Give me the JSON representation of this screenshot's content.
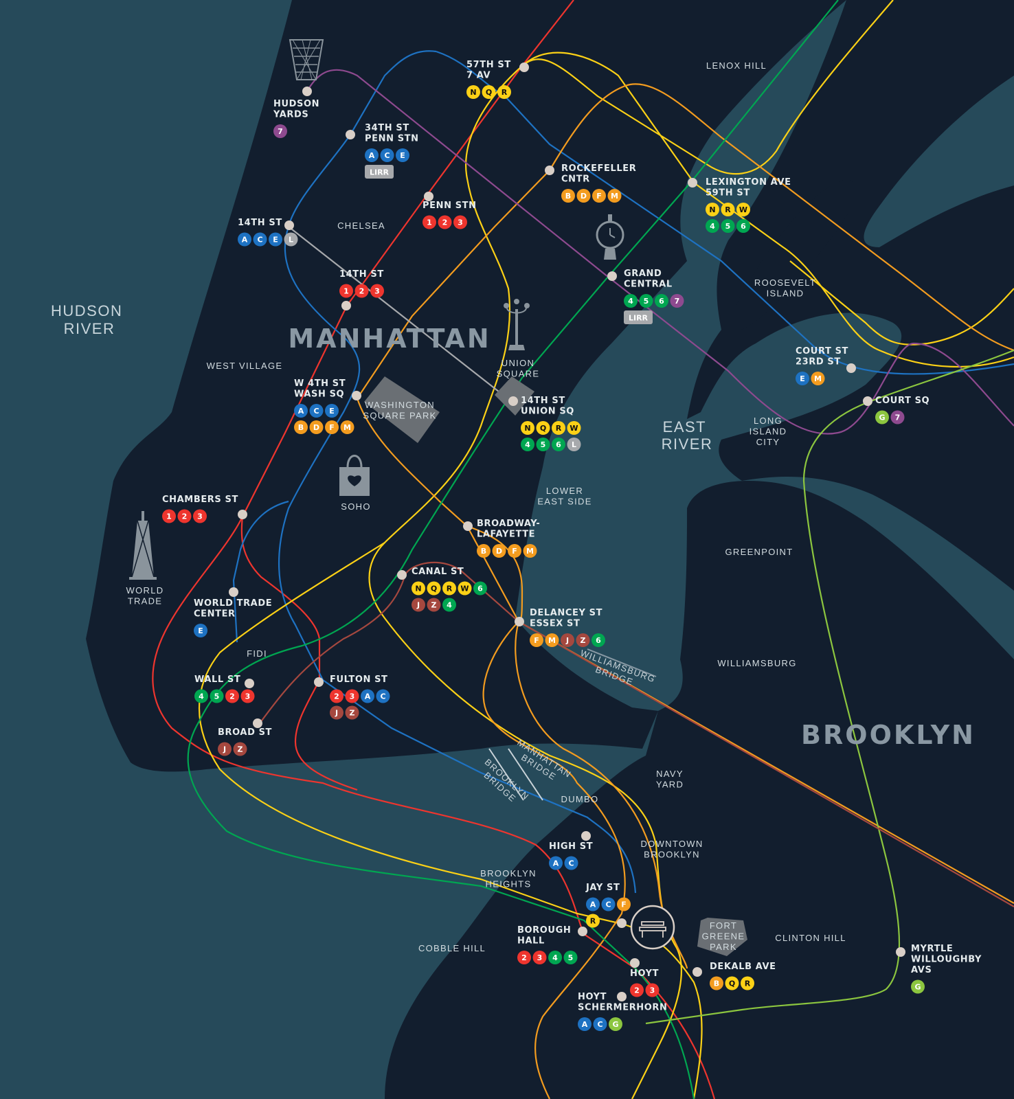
{
  "colors": {
    "water": "#264a5a",
    "land": "#121e2e",
    "red": "#ee352e",
    "blue": "#1e72c2",
    "orange": "#f39c1f",
    "yellow": "#fcd116",
    "green": "#00a651",
    "purple": "#8e4a8f",
    "lime": "#8cc63f",
    "gray": "#a7a9ac",
    "brown": "#a5483f",
    "station": "#d9cfc7"
  },
  "labels": {
    "water": {
      "hudson": [
        "HUDSON",
        "RIVER"
      ],
      "east": [
        "EAST",
        "RIVER"
      ]
    },
    "boroughs": {
      "manhattan": "MANHATTAN",
      "brooklyn": "BROOKLYN"
    },
    "neighborhoods": {
      "lenox_hill": [
        "LENOX HILL"
      ],
      "chelsea": [
        "CHELSEA"
      ],
      "west_village": [
        "WEST VILLAGE"
      ],
      "soho": [
        "SOHO"
      ],
      "fidi": [
        "FIDI"
      ],
      "lower_east_side": [
        "LOWER",
        "EAST SIDE"
      ],
      "roosevelt_island": [
        "ROOSEVELT",
        "ISLAND"
      ],
      "long_island_city": [
        "LONG",
        "ISLAND",
        "CITY"
      ],
      "greenpoint": [
        "GREENPOINT"
      ],
      "williamsburg": [
        "WILLIAMSBURG"
      ],
      "navy_yard": [
        "NAVY",
        "YARD"
      ],
      "dumbo": [
        "DUMBO"
      ],
      "downtown_brooklyn": [
        "DOWNTOWN",
        "BROOKLYN"
      ],
      "brooklyn_heights": [
        "BROOKLYN",
        "HEIGHTS"
      ],
      "cobble_hill": [
        "COBBLE HILL"
      ],
      "clinton_hill": [
        "CLINTON HILL"
      ]
    },
    "landmarks": {
      "world_trade": [
        "WORLD",
        "TRADE"
      ],
      "union_square": [
        "UNION",
        "SQUARE"
      ],
      "washington_square_park": [
        "WASHINGTON",
        "SQUARE PARK"
      ],
      "fort_greene_park": [
        "FORT",
        "GREENE",
        "PARK"
      ]
    },
    "bridges": {
      "williamsburg": [
        "WILLIAMSBURG",
        "BRIDGE"
      ],
      "manhattan": [
        "MANHATTAN",
        "BRIDGE"
      ],
      "brooklyn": [
        "BROOKLYN",
        "BRIDGE"
      ]
    }
  },
  "stations": [
    {
      "id": "hudson_yards",
      "name": [
        "HUDSON",
        "YARDS"
      ],
      "routes": [
        [
          "7"
        ]
      ]
    },
    {
      "id": "57th_st",
      "name": [
        "57TH ST",
        "7 AV"
      ],
      "routes": [
        [
          "N",
          "Q",
          "R"
        ]
      ]
    },
    {
      "id": "34th_st_penn",
      "name": [
        "34TH ST",
        "PENN STN"
      ],
      "routes": [
        [
          "A",
          "C",
          "E"
        ],
        [
          "LIRR"
        ]
      ]
    },
    {
      "id": "rockefeller",
      "name": [
        "ROCKEFELLER",
        "CNTR"
      ],
      "routes": [
        [
          "B",
          "D",
          "F",
          "M"
        ]
      ]
    },
    {
      "id": "lexington",
      "name": [
        "LEXINGTON AVE",
        "59TH ST"
      ],
      "routes": [
        [
          "N",
          "R",
          "W"
        ],
        [
          "4",
          "5",
          "6"
        ]
      ]
    },
    {
      "id": "penn_stn",
      "name": [
        "PENN STN"
      ],
      "routes": [
        [
          "1",
          "2",
          "3"
        ]
      ]
    },
    {
      "id": "14th_st_ace",
      "name": [
        "14TH ST"
      ],
      "routes": [
        [
          "A",
          "C",
          "E",
          "L"
        ]
      ]
    },
    {
      "id": "14th_st_123",
      "name": [
        "14TH ST"
      ],
      "routes": [
        [
          "1",
          "2",
          "3"
        ]
      ]
    },
    {
      "id": "grand_central",
      "name": [
        "GRAND",
        "CENTRAL"
      ],
      "routes": [
        [
          "4",
          "5",
          "6",
          "7"
        ],
        [
          "LIRR"
        ]
      ]
    },
    {
      "id": "court_sq_23rd",
      "name": [
        "COURT ST",
        "23RD ST"
      ],
      "routes": [
        [
          "E",
          "M"
        ]
      ]
    },
    {
      "id": "court_sq",
      "name": [
        "COURT SQ"
      ],
      "routes": [
        [
          "G",
          "7"
        ]
      ]
    },
    {
      "id": "w4th",
      "name": [
        "W 4TH ST",
        "WASH SQ"
      ],
      "routes": [
        [
          "A",
          "C",
          "E"
        ],
        [
          "B",
          "D",
          "F",
          "M"
        ]
      ]
    },
    {
      "id": "union_sq",
      "name": [
        "14TH ST",
        "UNION SQ"
      ],
      "routes": [
        [
          "N",
          "Q",
          "R",
          "W"
        ],
        [
          "4",
          "5",
          "6",
          "L"
        ]
      ]
    },
    {
      "id": "chambers",
      "name": [
        "CHAMBERS ST"
      ],
      "routes": [
        [
          "1",
          "2",
          "3"
        ]
      ]
    },
    {
      "id": "broadway_laf",
      "name": [
        "BROADWAY-",
        "LAFAYETTE"
      ],
      "routes": [
        [
          "B",
          "D",
          "F",
          "M"
        ]
      ]
    },
    {
      "id": "canal",
      "name": [
        "CANAL ST"
      ],
      "routes": [
        [
          "N",
          "Q",
          "R",
          "W",
          "6"
        ],
        [
          "J",
          "Z",
          "4"
        ]
      ]
    },
    {
      "id": "wtc",
      "name": [
        "WORLD TRADE",
        "CENTER"
      ],
      "routes": [
        [
          "E"
        ]
      ]
    },
    {
      "id": "delancey",
      "name": [
        "DELANCEY ST",
        "ESSEX ST"
      ],
      "routes": [
        [
          "F",
          "M",
          "J",
          "Z",
          "6"
        ]
      ]
    },
    {
      "id": "wall_st",
      "name": [
        "WALL ST"
      ],
      "routes": [
        [
          "4",
          "5",
          "2",
          "3"
        ]
      ]
    },
    {
      "id": "fulton",
      "name": [
        "FULTON ST"
      ],
      "routes": [
        [
          "2",
          "3",
          "A",
          "C"
        ],
        [
          "J",
          "Z"
        ]
      ]
    },
    {
      "id": "broad_st",
      "name": [
        "BROAD ST"
      ],
      "routes": [
        [
          "J",
          "Z"
        ]
      ]
    },
    {
      "id": "high_st",
      "name": [
        "HIGH ST"
      ],
      "routes": [
        [
          "A",
          "C"
        ]
      ]
    },
    {
      "id": "jay_st",
      "name": [
        "JAY ST"
      ],
      "routes": [
        [
          "A",
          "C",
          "F"
        ],
        [
          "R"
        ]
      ]
    },
    {
      "id": "borough_hall",
      "name": [
        "BOROUGH",
        "HALL"
      ],
      "routes": [
        [
          "2",
          "3",
          "4",
          "5"
        ]
      ]
    },
    {
      "id": "hoyt",
      "name": [
        "HOYT"
      ],
      "routes": [
        [
          "2",
          "3"
        ]
      ]
    },
    {
      "id": "hoyt_schermerhorn",
      "name": [
        "HOYT",
        "SCHERMERHORN"
      ],
      "routes": [
        [
          "A",
          "C",
          "G"
        ]
      ]
    },
    {
      "id": "dekalb",
      "name": [
        "DEKALB AVE"
      ],
      "routes": [
        [
          "B",
          "Q",
          "R"
        ]
      ]
    },
    {
      "id": "myrtle",
      "name": [
        "MYRTLE",
        "WILLOUGHBY",
        "AVS"
      ],
      "routes": [
        [
          "G"
        ]
      ]
    }
  ],
  "icons": {
    "vessel": "vessel-landmark-icon",
    "clock": "grand-central-clock-icon",
    "lamp": "union-square-lamp-icon",
    "wtc": "world-trade-center-icon",
    "shopping": "soho-shopping-bag-icon",
    "home": "property-bench-icon"
  }
}
